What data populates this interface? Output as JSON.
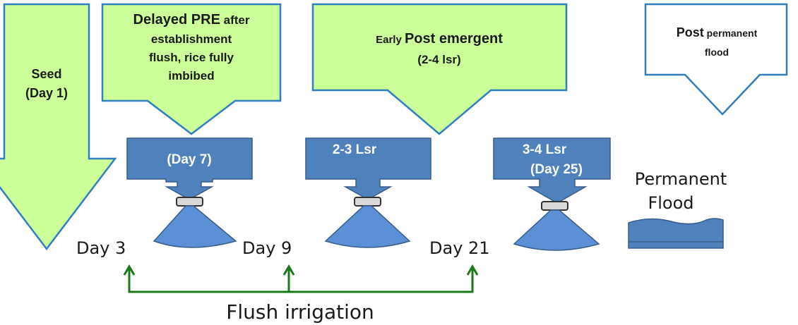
{
  "colors": {
    "green_fill": "#ccff99",
    "green_stroke": "#2f7fc1",
    "blue_fill": "#4f81bd",
    "blue_stroke": "#385d8a",
    "nozzle_fill": "#6fa0e0",
    "nozzle_cap": "#d9d9d9",
    "irrigation_green": "#1a7a1a",
    "white": "#ffffff",
    "text_dark": "#1a1a1a"
  },
  "arrows": {
    "seed": {
      "line1": "Seed",
      "line2": "(Day 1)"
    },
    "delayed_pre": {
      "line1_bold": "Delayed PRE",
      "line1_rest": " after",
      "line2": "establishment",
      "line3": "flush, rice fully",
      "line4": "imbibed"
    },
    "early_post": {
      "line1_small": "Early ",
      "line1_big": "Post emergent",
      "line2": "(2-4 lsr)"
    },
    "post_flood": {
      "line1_big": "Post",
      "line1_small": " permanent",
      "line2": "flood"
    }
  },
  "sprays": [
    {
      "label": "(Day 7)"
    },
    {
      "label": "2-3 Lsr"
    },
    {
      "label_line1": "3-4 Lsr",
      "label_line2": "(Day 25)"
    }
  ],
  "day_labels": [
    "Day 3",
    "Day 9",
    "Day 21"
  ],
  "permanent_flood": {
    "line1": "Permanent",
    "line2": "Flood"
  },
  "irrigation": {
    "label": "Flush irrigation"
  }
}
